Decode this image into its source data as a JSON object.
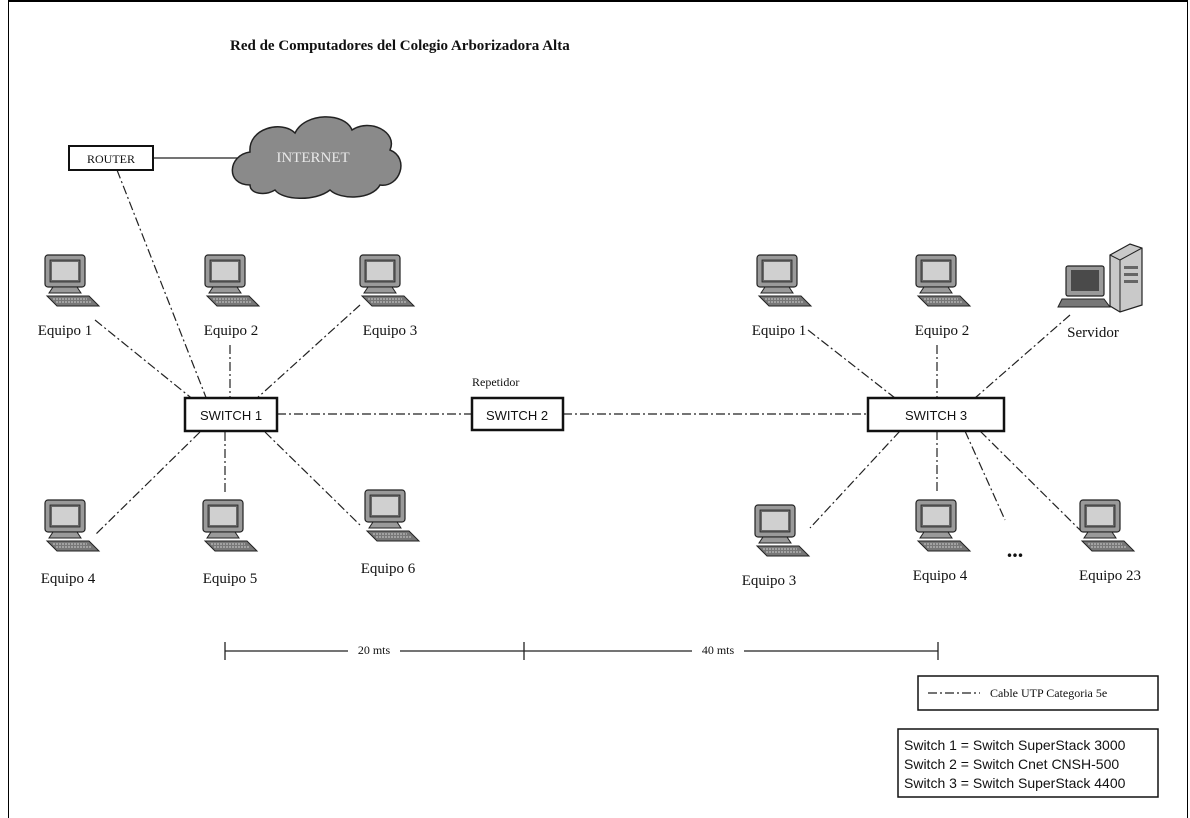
{
  "title": "Red de Computadores del Colegio Arborizadora Alta",
  "router": {
    "label": "ROUTER"
  },
  "internet": {
    "label": "INTERNET"
  },
  "switches": [
    {
      "label": "SWITCH 1"
    },
    {
      "label": "SWITCH 2",
      "caption": "Repetidor"
    },
    {
      "label": "SWITCH 3"
    }
  ],
  "left_group": {
    "computers": [
      "Equipo 1",
      "Equipo 2",
      "Equipo 3",
      "Equipo 4",
      "Equipo 5",
      "Equipo 6"
    ]
  },
  "right_group": {
    "computers": [
      "Equipo 1",
      "Equipo 2",
      "Equipo 3",
      "Equipo 4",
      "Equipo 23"
    ],
    "server": "Servidor",
    "ellipsis": "..."
  },
  "distances": [
    "20 mts",
    "40 mts"
  ],
  "legend": {
    "cable": "Cable UTP Categoria 5e"
  },
  "notes": [
    "Switch 1 = Switch SuperStack 3000",
    "Switch 2 = Switch Cnet CNSH-500",
    "Switch 3 = Switch SuperStack 4400"
  ]
}
